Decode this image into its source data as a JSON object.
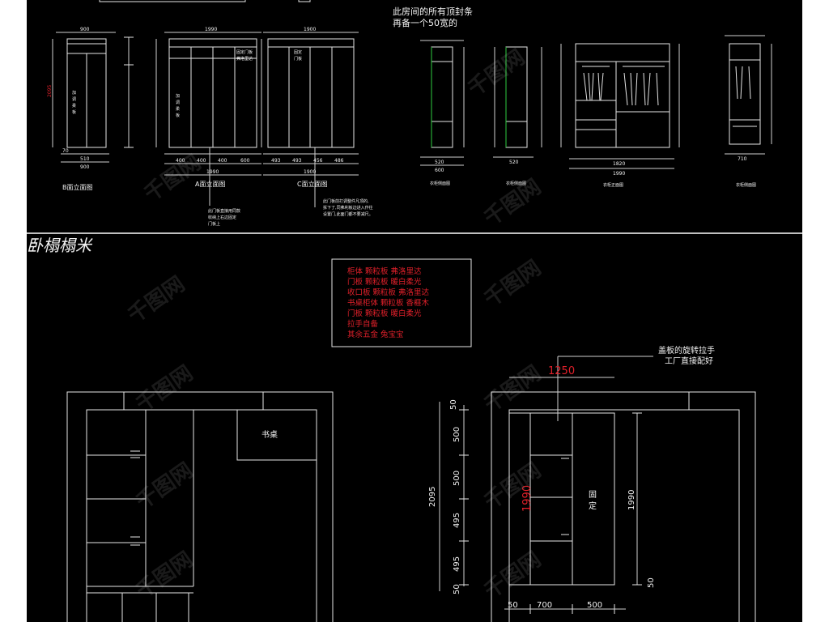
{
  "colors": {
    "background": "#000000",
    "line": "#e6e6e6",
    "dim": "#cfcfcf",
    "red": "#e0202a",
    "green": "#2ecc40"
  },
  "top": {
    "note": [
      "此房间的所有顶封条",
      "再备一个50宽的"
    ],
    "captions": [
      "B面立面图",
      "A面立面图",
      "C面立面图"
    ],
    "small_captions": [
      "衣柜侧面图",
      "衣柜侧面图",
      "衣柜正面图",
      "衣柜侧面图"
    ],
    "dims": {
      "b": [
        "900",
        "70",
        "510",
        "900",
        "2095"
      ],
      "a": [
        "1990",
        "400",
        "400",
        "400",
        "600",
        "1990"
      ],
      "c": [
        "1900",
        "493",
        "493",
        "456",
        "486",
        "1900"
      ],
      "side1": [
        "520",
        "600"
      ],
      "side2": [
        "520"
      ],
      "front": [
        "1820",
        "1990"
      ],
      "side3": [
        "710"
      ]
    },
    "labels": {
      "b_door": [
        "加",
        "调",
        "柔",
        "板"
      ],
      "a_door": [
        "加",
        "调",
        "柔",
        "板"
      ],
      "a_right": [
        "固定门板",
        "弗洛里达"
      ],
      "c_door": [
        "固定",
        "门板"
      ],
      "notes": [
        "此门板直接用同款",
        "收纳上右边固定",
        "门板上",
        "此门板前打调整件凡顶的,",
        "拆下了,同弗利板边进入作往",
        "设置门,此面门都不要减尺。"
      ]
    }
  },
  "section_title": "卧榻榻米",
  "materials": [
    "柜体      颗粒板      弗洛里达",
    "门板      颗粒板      暖白柔光",
    "收口板   颗粒板      弗洛里达",
    "书桌柜体  颗粒板      香榧木",
    "门板           颗粒板      暖白柔光",
    "拉手自备",
    "其余五金  兔宝宝"
  ],
  "left_elev": {
    "desk_label": "书桌"
  },
  "right_elev": {
    "callout": [
      "盖板的旋转拉手",
      "工厂直接配好"
    ],
    "width_red": "1250",
    "height_red": "1990",
    "fixed_label": [
      "固",
      "定"
    ],
    "v_dims": [
      "50",
      "500",
      "500",
      "495",
      "495",
      "50"
    ],
    "total_h": "2095",
    "right_dims": [
      "1990",
      "50"
    ],
    "bottom_dims": [
      "50",
      "700",
      "500"
    ]
  },
  "watermark": "千图网"
}
